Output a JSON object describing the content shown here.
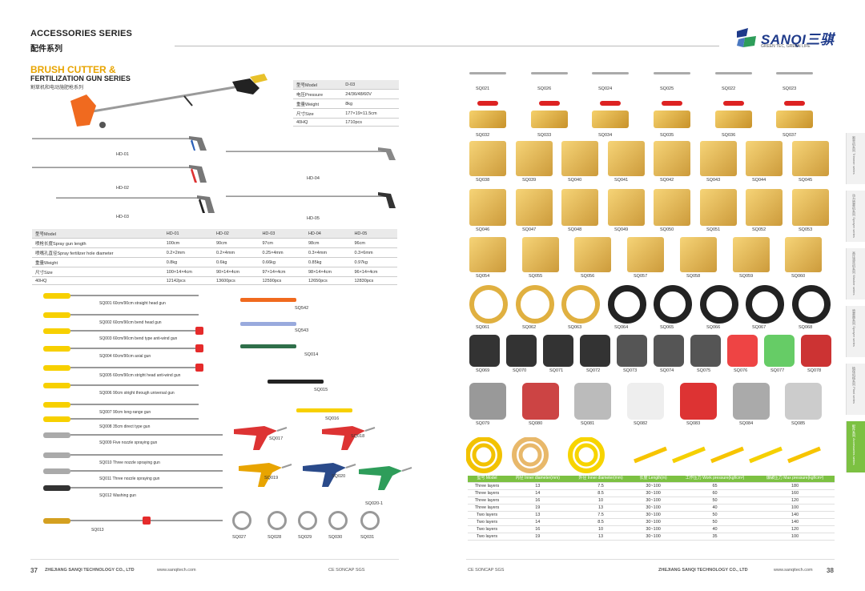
{
  "header": {
    "title": "ACCESSORIES SERIES",
    "subtitle_cn": "配件系列",
    "brand": "SANQI三骐",
    "brand_tagline": "GREEN TEC, GREEN LIFE"
  },
  "section": {
    "title": "BRUSH CUTTER &",
    "title2": "FERTILIZATION GUN SERIES",
    "subtitle_cn": "割草机和电动施肥枪系列"
  },
  "d03_table": {
    "rows": [
      [
        "型号Model",
        "D-03"
      ],
      [
        "电压Pressure",
        "24/36/48/60V"
      ],
      [
        "重量Weight",
        "8kg"
      ],
      [
        "尺寸Size",
        "177×19×11.5cm"
      ],
      [
        "40HQ",
        "1710pcs"
      ]
    ]
  },
  "hd_labels": [
    "HD-01",
    "HD-02",
    "HD-03",
    "HD-04",
    "HD-05"
  ],
  "hd_table": {
    "rows": [
      [
        "型号Model",
        "HD-01",
        "HD-02",
        "HD-03",
        "HD-04",
        "HD-05"
      ],
      [
        "喷枪长度Spray gun length",
        "100cm",
        "90cm",
        "97cm",
        "98cm",
        "96cm"
      ],
      [
        "喷嘴孔直径Spray fertilizer hole diameter",
        "0.2×2mm",
        "0.2×4mm",
        "0.25×4mm",
        "0.3×4mm",
        "0.3×6mm"
      ],
      [
        "重量Weight",
        "0.8kg",
        "0.6kg",
        "0.66kg",
        "0.85kg",
        "0.97kg"
      ],
      [
        "尺寸Size",
        "100×14×4cm",
        "90×14×4cm",
        "97×14×4cm",
        "98×14×4cm",
        "96×14×4cm"
      ],
      [
        "40HQ",
        "12142pcs",
        "13600pcs",
        "12590pcs",
        "12650pcs",
        "12830pcs"
      ]
    ]
  },
  "left_guns": [
    "SQ001 60cm/90cm straight head gun",
    "SQ002 60cm/90cm bend head gun",
    "SQ003 60cm/90cm bend type anti-wind gun",
    "SQ004 60cm/90cm axial gun",
    "SQ005 60cm/90cm stright head anti-wind gun",
    "SQ006 90cm stright through universal gun",
    "SQ007 90cm long-range gun",
    "SQ008 35cm direct type gun",
    "SQ009 Five nozzle spraying gun",
    "SQ010 Three nozzle spraying gun",
    "SQ011 Three nozzle spraying gun",
    "SQ012 Washing gun",
    "SQ013"
  ],
  "mid_codes": [
    "SQ542",
    "SQ543",
    "SQ014",
    "SQ015",
    "SQ016",
    "SQ017",
    "SQ018",
    "SQ019",
    "SQ020",
    "SQ020-1"
  ],
  "clip_codes": [
    "SQ027",
    "SQ028",
    "SQ029",
    "SQ030",
    "SQ031"
  ],
  "right_rows": [
    [
      "SQ021",
      "SQ026",
      "SQ024",
      "SQ025",
      "SQ022",
      "SQ023"
    ],
    [
      "SQ032",
      "SQ033",
      "SQ034",
      "SQ035",
      "SQ036",
      "SQ037"
    ],
    [
      "SQ038",
      "SQ039",
      "SQ040",
      "SQ041",
      "SQ042",
      "SQ043",
      "SQ044",
      "SQ045"
    ],
    [
      "SQ046",
      "SQ047",
      "SQ048",
      "SQ049",
      "SQ050",
      "SQ051",
      "SQ052",
      "SQ053"
    ],
    [
      "SQ054",
      "SQ055",
      "SQ056",
      "SQ057",
      "SQ058",
      "SQ059",
      "SQ060"
    ],
    [
      "SQ061",
      "SQ062",
      "SQ063",
      "SQ064",
      "SQ065",
      "SQ066",
      "SQ067",
      "SQ068"
    ],
    [
      "SQ069",
      "SQ070",
      "SQ071",
      "SQ072",
      "SQ073",
      "SQ074",
      "SQ075",
      "SQ076",
      "SQ077",
      "SQ078"
    ],
    [
      "SQ079",
      "SQ080",
      "SQ081",
      "SQ082",
      "SQ083",
      "SQ084",
      "SQ085"
    ]
  ],
  "hose_table": {
    "headers": [
      "型号 Model",
      "内径 Inner diameter(mm)",
      "外径 Inner diameter(mm)",
      "长度 Length(m)",
      "工作压力 Work pressure(kgf/cm²)",
      "爆破压力 Max pressure(kgf/cm²)"
    ],
    "rows": [
      [
        "Three layers",
        "13",
        "7.5",
        "30~100",
        "65",
        "180"
      ],
      [
        "Three layers",
        "14",
        "8.5",
        "30~100",
        "60",
        "160"
      ],
      [
        "Three layers",
        "16",
        "10",
        "30~100",
        "50",
        "120"
      ],
      [
        "Three layers",
        "19",
        "13",
        "30~100",
        "40",
        "100"
      ],
      [
        "Two layers",
        "13",
        "7.5",
        "30~100",
        "50",
        "140"
      ],
      [
        "Two layers",
        "14",
        "8.5",
        "30~100",
        "50",
        "140"
      ],
      [
        "Two layers",
        "16",
        "10",
        "30~100",
        "40",
        "120"
      ],
      [
        "Two layers",
        "19",
        "13",
        "30~100",
        "35",
        "100"
      ]
    ]
  },
  "side_tabs": [
    "割草机系列 Trimmer series",
    "动力喷雾机系列 Sprayer series",
    "高压清洗机系列 Washer series",
    "喷雾器系列 Sprayer series",
    "植保机械系列 Plant series",
    "配件系列 Accessories series"
  ],
  "footer": {
    "left_page": "37",
    "right_page": "38",
    "company": "ZHEJIANG SANQI TECHNOLOGY CO., LTD",
    "site": "www.sanqitech.com",
    "certs": "CE  SONCAP  SGS"
  }
}
